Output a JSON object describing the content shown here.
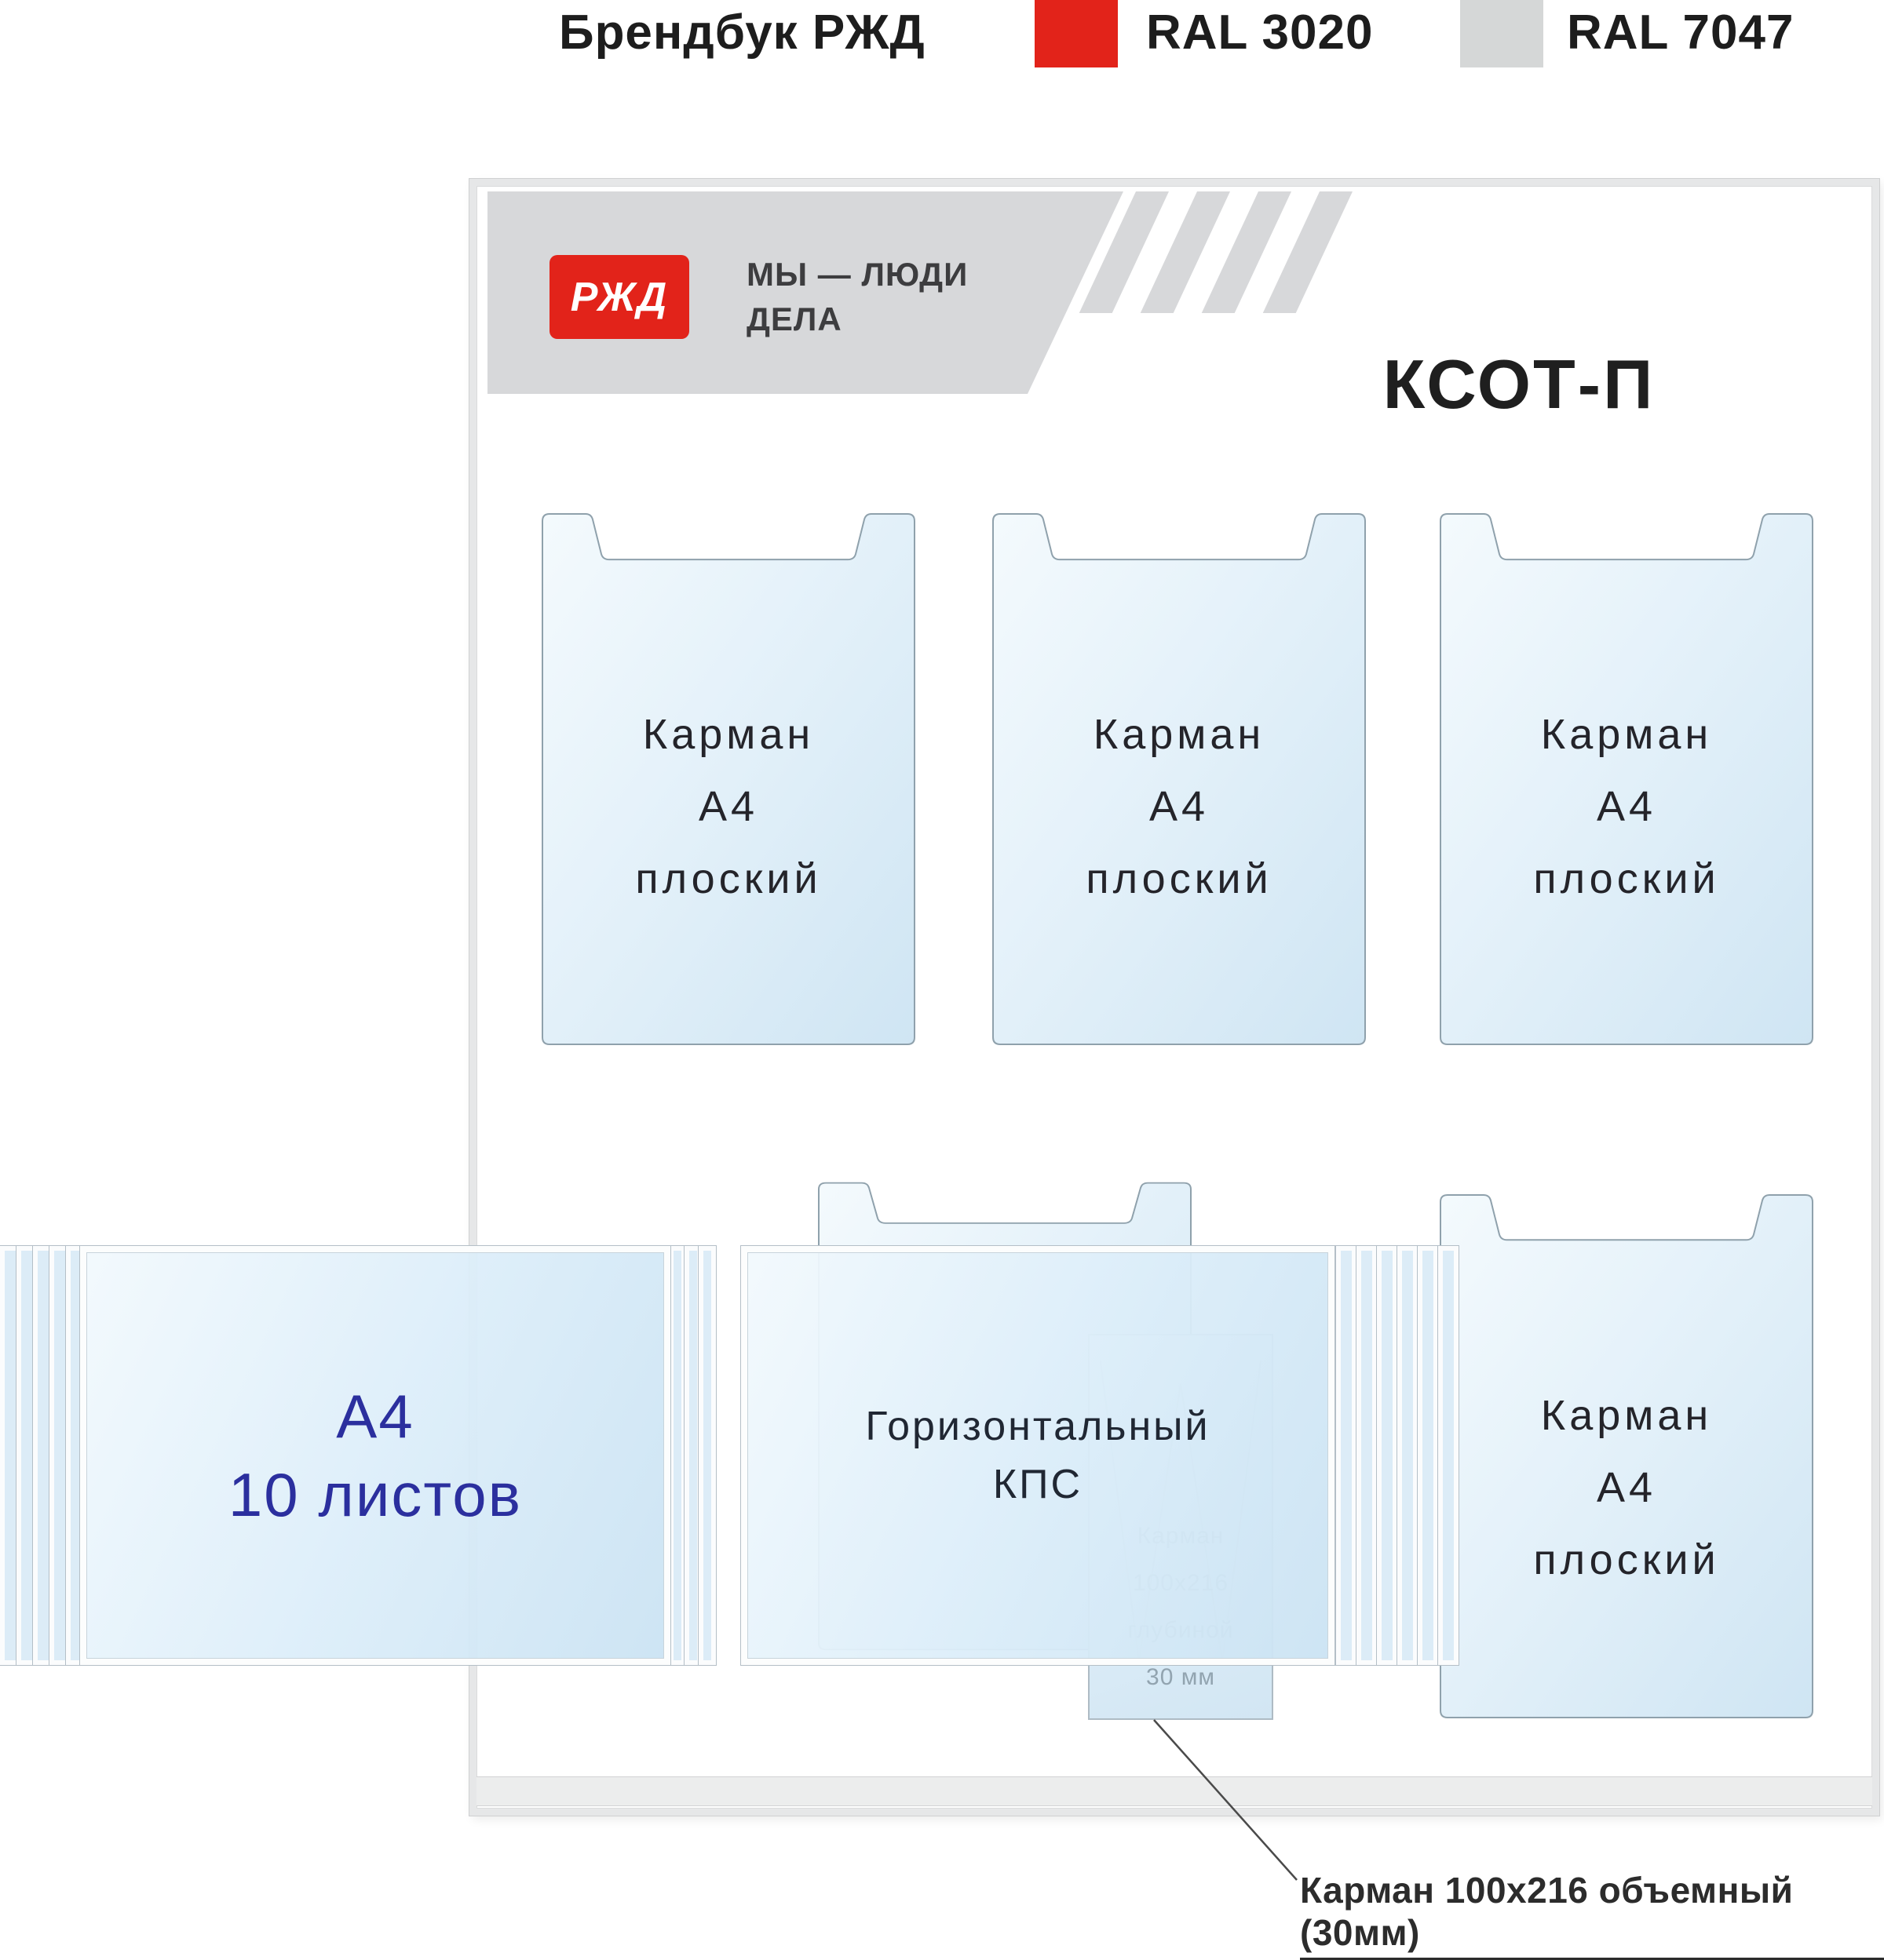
{
  "header": {
    "title": "Брендбук РЖД",
    "ral_red": {
      "label": "RAL 3020",
      "color": "#e2231a"
    },
    "ral_gray": {
      "label": "RAL 7047",
      "color": "#d5d7d7"
    }
  },
  "board": {
    "logo": "РЖД",
    "slogan": [
      "МЫ — ЛЮДИ",
      "ДЕЛА"
    ],
    "title": "КСОТ-П",
    "pocket_label": {
      "line1": "Карман",
      "line2": "А4",
      "line3": "плоский"
    },
    "flip_left": {
      "line1": "А4",
      "line2": "10 листов"
    },
    "flip_center": {
      "line1": "Горизонтальный",
      "line2": "КПС"
    },
    "small_pocket": {
      "line1": "Карман",
      "line2": "100х216",
      "line3": "глубиной",
      "line4": "30 мм"
    },
    "callout": "Карман  100х216 объемный (30мм)"
  },
  "colors": {
    "rzd_red": "#e2231a",
    "band_gray": "#d7d8da",
    "pocket_fill": "#ddeef9",
    "flip_text_blue": "#2b2f9e"
  }
}
